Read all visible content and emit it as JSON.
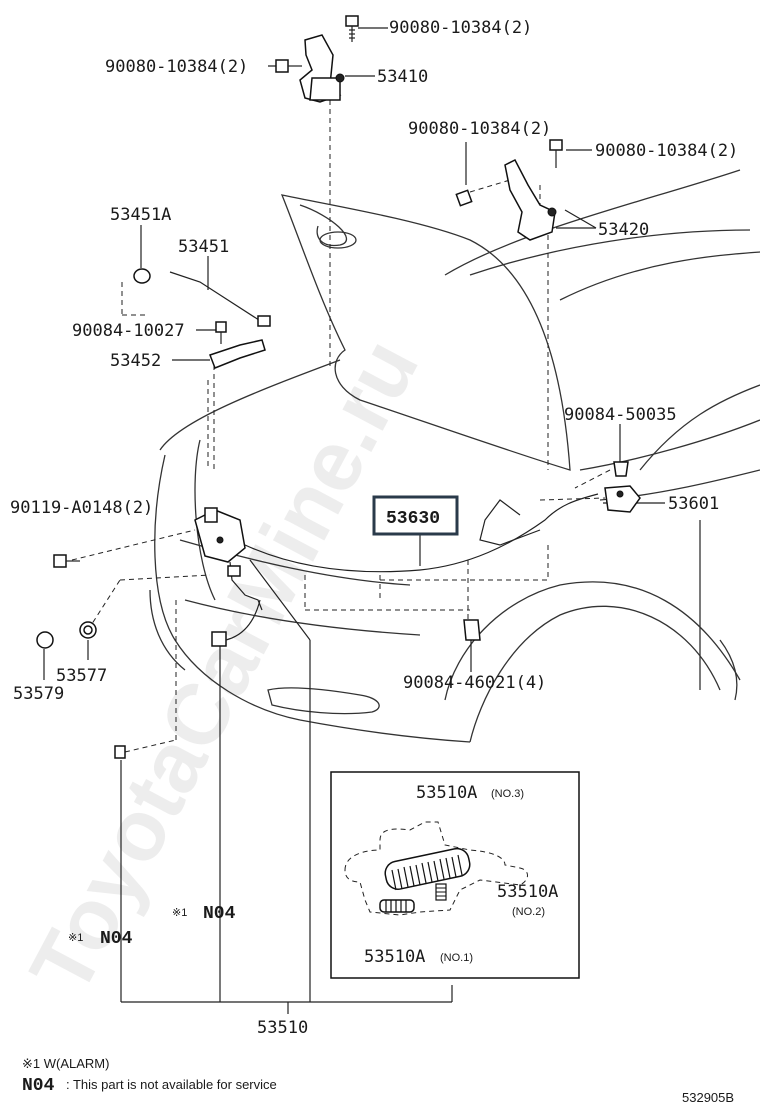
{
  "labels": {
    "p90080_top": "90080-10384(2)",
    "p90080_left": "90080-10384(2)",
    "p53410": "53410",
    "p90080_mid": "90080-10384(2)",
    "p90080_right": "90080-10384(2)",
    "p53420": "53420",
    "p53451A": "53451A",
    "p53451": "53451",
    "p90084_10027": "90084-10027",
    "p53452": "53452",
    "p90084_50035": "90084-50035",
    "p90119": "90119-A0148(2)",
    "p53630": "53630",
    "p53601": "53601",
    "p53577": "53577",
    "p53579": "53579",
    "p90084_46021": "90084-46021(4)",
    "p53510A_no3": "53510A",
    "p53510A_no3_note": "(NO.3)",
    "p53510A_no2": "53510A",
    "p53510A_no2_note": "(NO.2)",
    "p53510A_no1": "53510A",
    "p53510A_no1_note": "(NO.1)",
    "n04_mark_1": "※1",
    "n04_1": "N04",
    "n04_mark_2": "※1",
    "n04_2": "N04",
    "p53510": "53510"
  },
  "footnotes": {
    "note1": "※1 W(ALARM)",
    "n04_code": "N04",
    "n04_text": ": This part is not available for service"
  },
  "diagram_code": "532905B",
  "watermark": "ToyotaCarMine.ru",
  "colors": {
    "highlight_box": "#2a3a4a"
  }
}
